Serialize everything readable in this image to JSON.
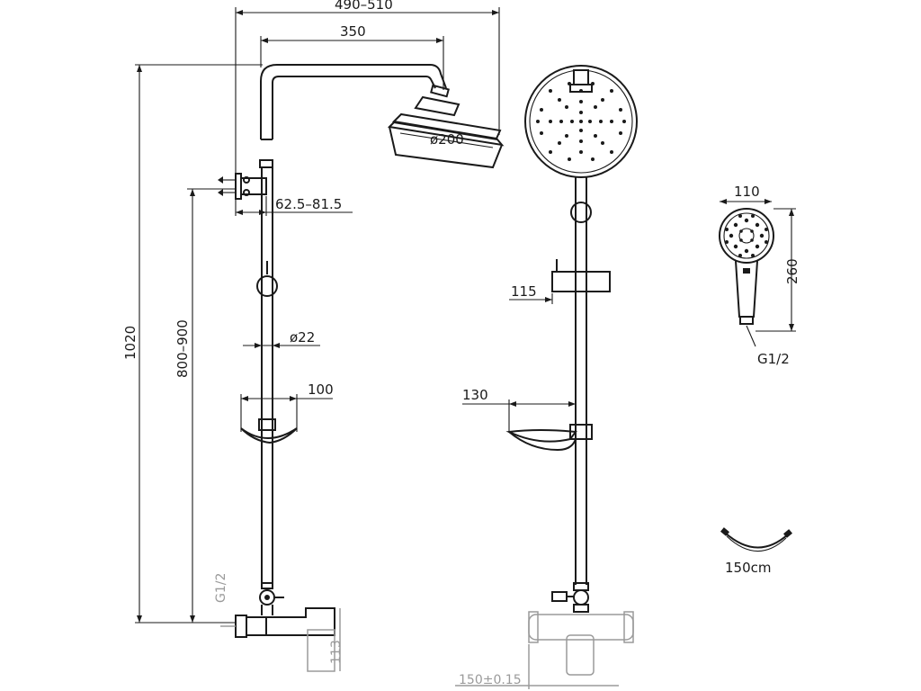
{
  "dimensions": {
    "total_projection": "490–510",
    "arm_length": "350",
    "head_diameter": "ø200",
    "bracket_offset": "62.5–81.5",
    "pipe_diameter": "ø22",
    "total_height": "1020",
    "adjustable_height": "800–900",
    "soap_dish_depth": "100",
    "slider_projection": "115",
    "soap_dish_width": "130",
    "hand_shower_width": "110",
    "hand_shower_length": "260",
    "thread_label": "G1/2",
    "inlet_thread": "G1/2",
    "mixer_height": "113",
    "inlet_spacing": "150±0.15",
    "hose_length": "150cm"
  },
  "colors": {
    "line": "#1a1a1a",
    "grey_line": "#9a9a9a",
    "background": "#ffffff"
  }
}
